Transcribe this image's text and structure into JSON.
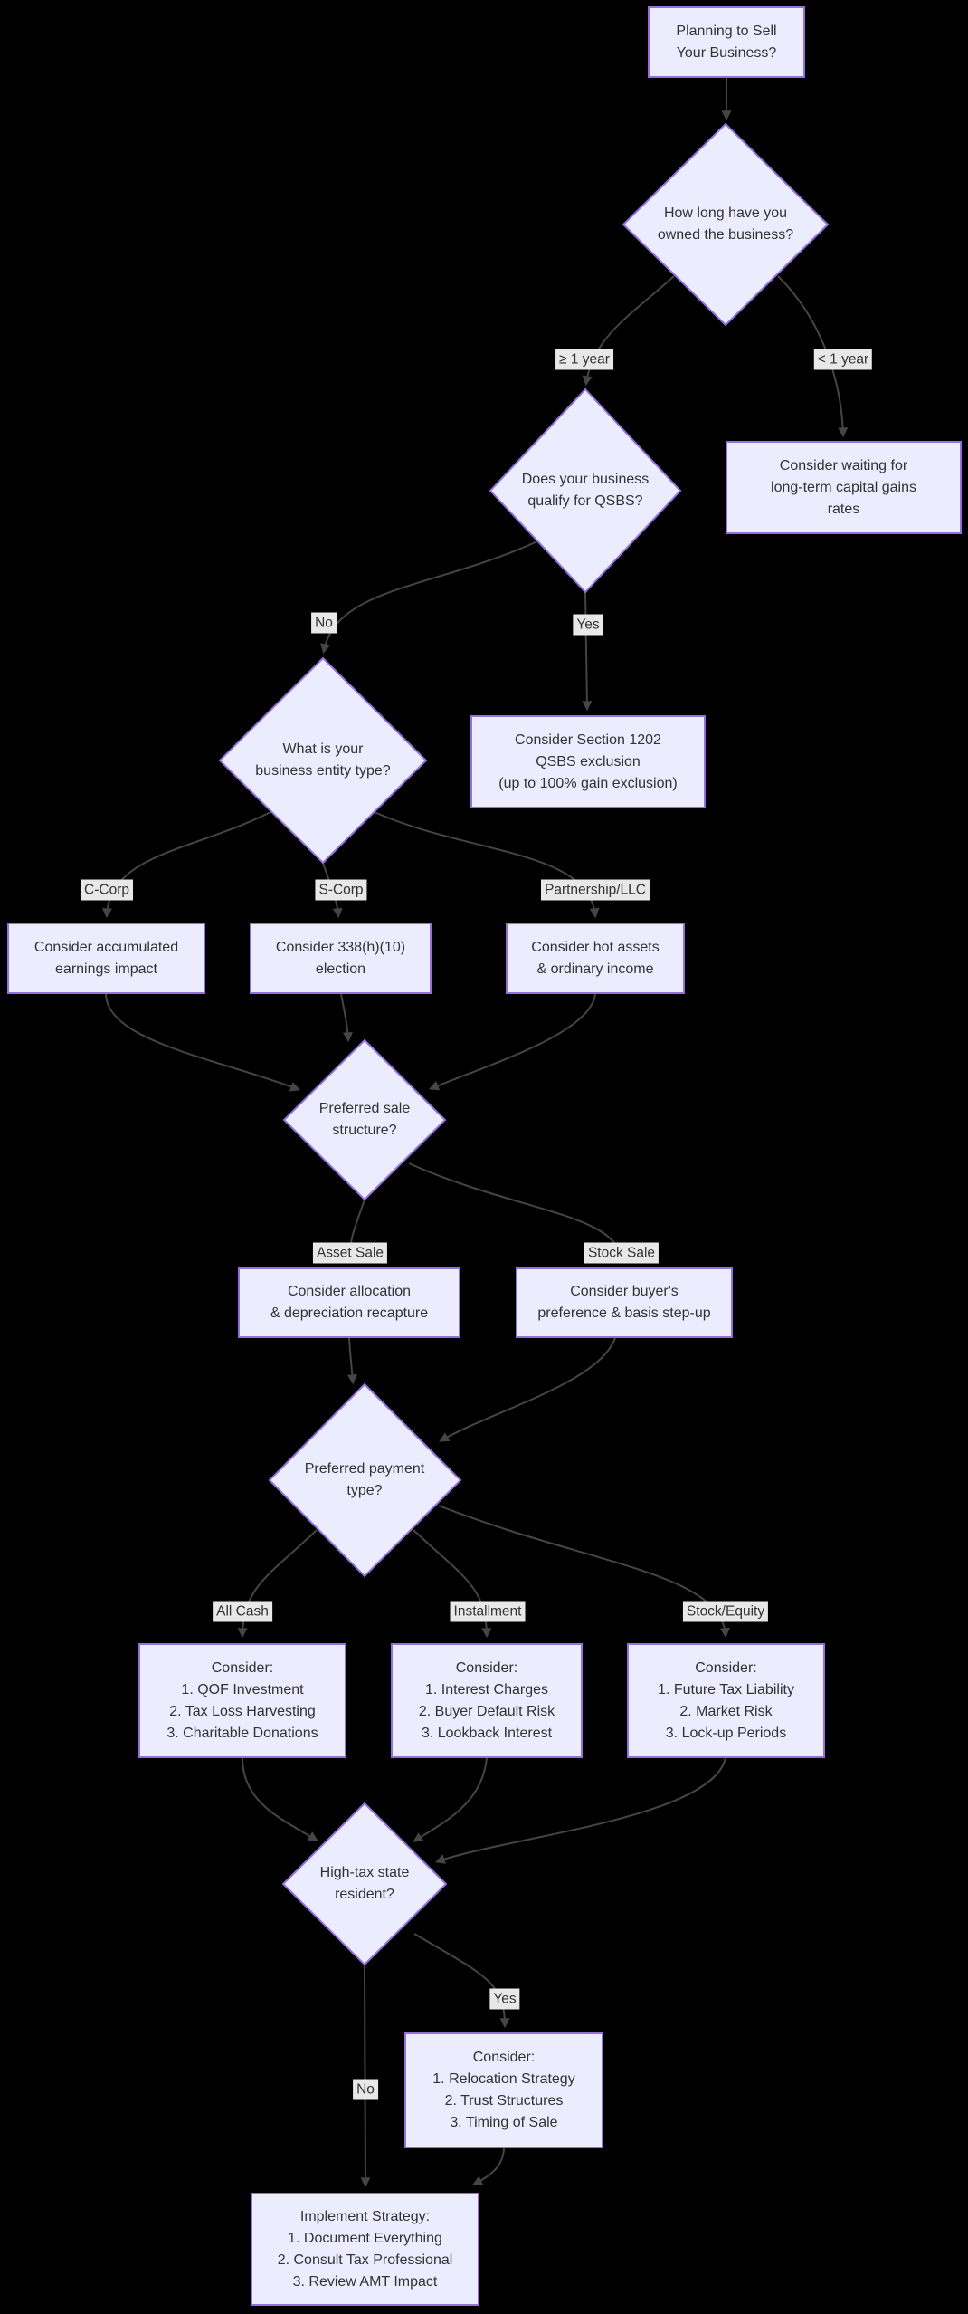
{
  "diagram_title": "Planning to Sell Your Business?",
  "colors": {
    "background": "#000000",
    "node_fill": "#ECECFF",
    "node_border": "#9370DB",
    "node_text": "#333333",
    "edge_line": "#454545",
    "edge_label_bg": "#e8e8e8",
    "edge_label_text": "#333333"
  },
  "nodes": {
    "start": {
      "type": "start",
      "label": "Planning to Sell\nYour Business?"
    },
    "ownership": {
      "type": "decision",
      "label": "How long have you\nowned the business?"
    },
    "wait": {
      "type": "action",
      "label": "Consider waiting for\nlong-term capital gains\nrates"
    },
    "qsbs": {
      "type": "decision",
      "label": "Does your business\nqualify for QSBS?"
    },
    "section1202": {
      "type": "action",
      "label": "Consider Section 1202\nQSBS exclusion\n(up to 100% gain exclusion)"
    },
    "entity": {
      "type": "decision",
      "label": "What is your\nbusiness entity type?"
    },
    "ccorp": {
      "type": "action",
      "label": "Consider accumulated\nearnings impact"
    },
    "scorp": {
      "type": "action",
      "label": "Consider 338(h)(10)\nelection"
    },
    "partnership": {
      "type": "action",
      "label": "Consider hot assets\n& ordinary income"
    },
    "structure": {
      "type": "decision",
      "label": "Preferred sale\nstructure?"
    },
    "asset": {
      "type": "action",
      "label": "Consider allocation\n& depreciation recapture"
    },
    "stock": {
      "type": "action",
      "label": "Consider buyer's\npreference & basis step-up"
    },
    "payment": {
      "type": "decision",
      "label": "Preferred payment\ntype?"
    },
    "allcash": {
      "type": "action",
      "label": "Consider:\n1. QOF Investment\n2. Tax Loss Harvesting\n3. Charitable Donations"
    },
    "installment": {
      "type": "action",
      "label": "Consider:\n1. Interest Charges\n2. Buyer Default Risk\n3. Lookback Interest"
    },
    "stockequity": {
      "type": "action",
      "label": "Consider:\n1. Future Tax Liability\n2. Market Risk\n3. Lock-up Periods"
    },
    "hightax": {
      "type": "decision",
      "label": "High-tax state\nresident?"
    },
    "relocation": {
      "type": "action",
      "label": "Consider:\n1. Relocation Strategy\n2. Trust Structures\n3. Timing of Sale"
    },
    "implement": {
      "type": "action",
      "label": "Implement Strategy:\n1. Document Everything\n2. Consult Tax Professional\n3. Review AMT Impact"
    }
  },
  "edge_labels": {
    "gte1year": "≥ 1 year",
    "lt1year": "< 1 year",
    "qsbs_no": "No",
    "qsbs_yes": "Yes",
    "ccorp": "C-Corp",
    "scorp": "S-Corp",
    "partnership": "Partnership/LLC",
    "asset_sale": "Asset Sale",
    "stock_sale": "Stock Sale",
    "all_cash": "All Cash",
    "installment": "Installment",
    "stock_equity": "Stock/Equity",
    "tax_yes": "Yes",
    "tax_no": "No"
  },
  "edges": [
    {
      "from": "start",
      "to": "ownership",
      "label": ""
    },
    {
      "from": "ownership",
      "to": "qsbs",
      "label": "≥ 1 year"
    },
    {
      "from": "ownership",
      "to": "wait",
      "label": "< 1 year"
    },
    {
      "from": "qsbs",
      "to": "entity",
      "label": "No"
    },
    {
      "from": "qsbs",
      "to": "section1202",
      "label": "Yes"
    },
    {
      "from": "entity",
      "to": "ccorp",
      "label": "C-Corp"
    },
    {
      "from": "entity",
      "to": "scorp",
      "label": "S-Corp"
    },
    {
      "from": "entity",
      "to": "partnership",
      "label": "Partnership/LLC"
    },
    {
      "from": "ccorp",
      "to": "structure",
      "label": ""
    },
    {
      "from": "scorp",
      "to": "structure",
      "label": ""
    },
    {
      "from": "partnership",
      "to": "structure",
      "label": ""
    },
    {
      "from": "structure",
      "to": "asset",
      "label": "Asset Sale"
    },
    {
      "from": "structure",
      "to": "stock",
      "label": "Stock Sale"
    },
    {
      "from": "asset",
      "to": "payment",
      "label": ""
    },
    {
      "from": "stock",
      "to": "payment",
      "label": ""
    },
    {
      "from": "payment",
      "to": "allcash",
      "label": "All Cash"
    },
    {
      "from": "payment",
      "to": "installment",
      "label": "Installment"
    },
    {
      "from": "payment",
      "to": "stockequity",
      "label": "Stock/Equity"
    },
    {
      "from": "allcash",
      "to": "hightax",
      "label": ""
    },
    {
      "from": "installment",
      "to": "hightax",
      "label": ""
    },
    {
      "from": "stockequity",
      "to": "hightax",
      "label": ""
    },
    {
      "from": "hightax",
      "to": "relocation",
      "label": "Yes"
    },
    {
      "from": "hightax",
      "to": "implement",
      "label": "No"
    },
    {
      "from": "relocation",
      "to": "implement",
      "label": ""
    }
  ]
}
